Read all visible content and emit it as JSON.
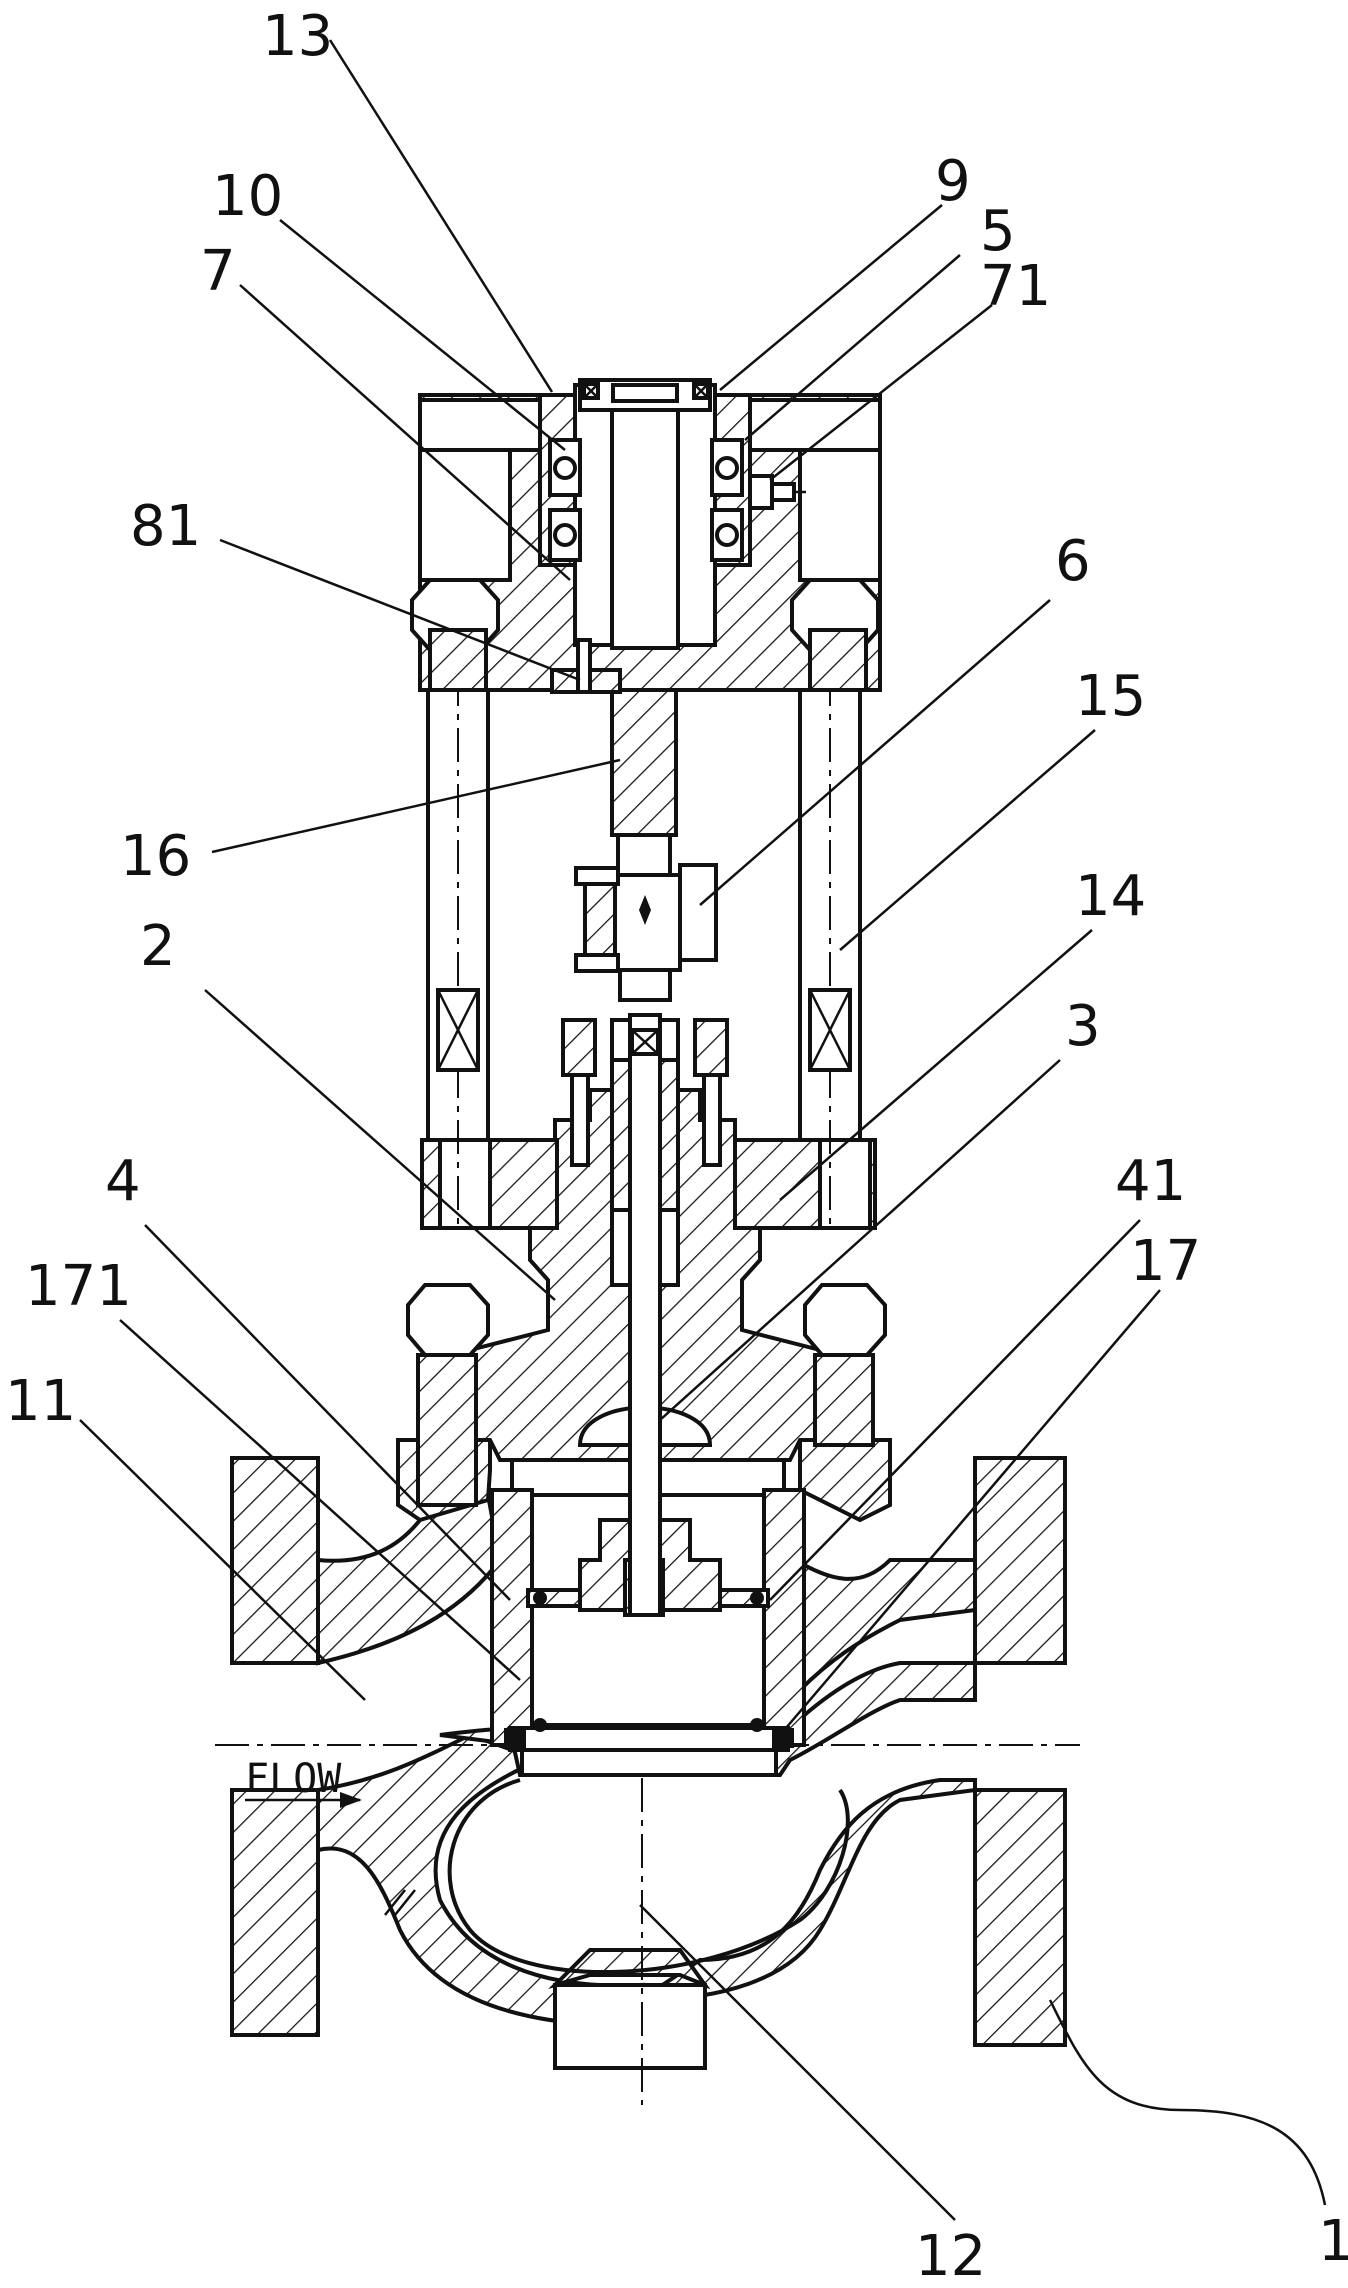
{
  "figure": {
    "flow_label": "FLOW",
    "part_numbers": [
      {
        "id": "p13",
        "text": "13"
      },
      {
        "id": "p10",
        "text": "10"
      },
      {
        "id": "p7",
        "text": "7"
      },
      {
        "id": "p9",
        "text": "9"
      },
      {
        "id": "p5",
        "text": "5"
      },
      {
        "id": "p71",
        "text": "71"
      },
      {
        "id": "p81",
        "text": "81"
      },
      {
        "id": "p6",
        "text": "6"
      },
      {
        "id": "p15",
        "text": "15"
      },
      {
        "id": "p16",
        "text": "16"
      },
      {
        "id": "p2",
        "text": "2"
      },
      {
        "id": "p14",
        "text": "14"
      },
      {
        "id": "p3",
        "text": "3"
      },
      {
        "id": "p4",
        "text": "4"
      },
      {
        "id": "p41",
        "text": "41"
      },
      {
        "id": "p171",
        "text": "171"
      },
      {
        "id": "p17",
        "text": "17"
      },
      {
        "id": "p11",
        "text": "11"
      },
      {
        "id": "p12",
        "text": "12"
      },
      {
        "id": "p1",
        "text": "1"
      }
    ]
  }
}
